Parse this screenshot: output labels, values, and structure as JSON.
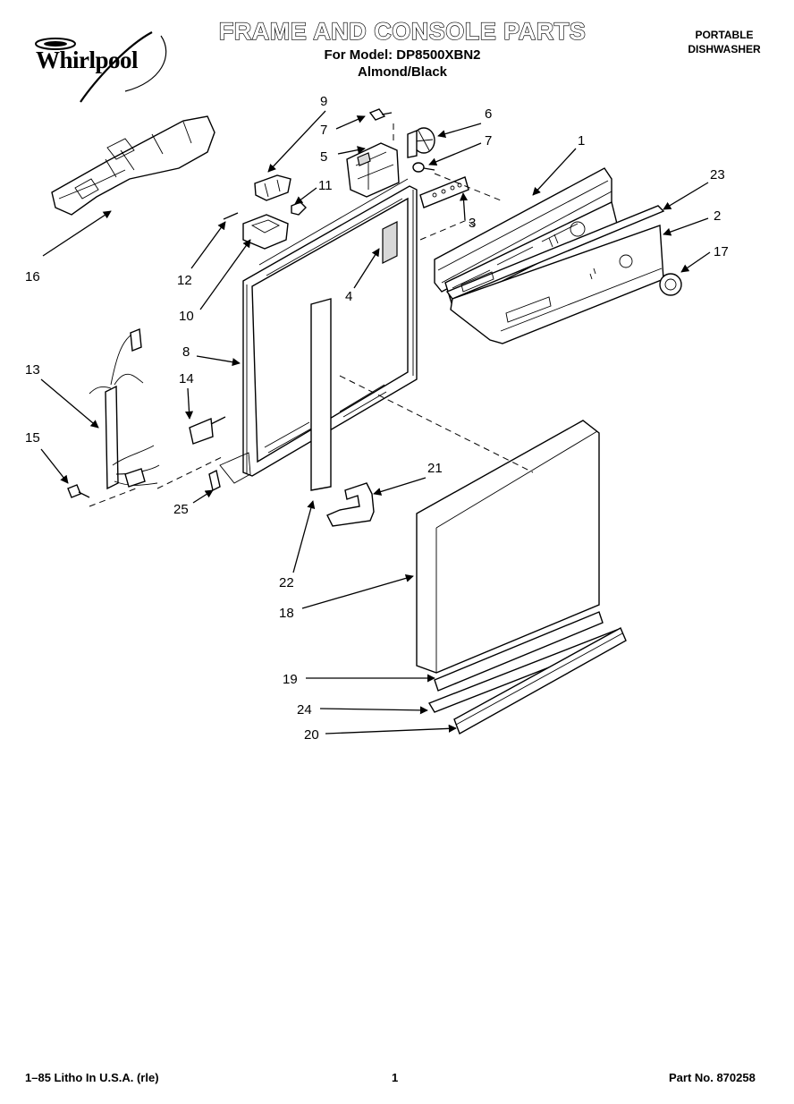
{
  "brand": {
    "name": "Whirlpool"
  },
  "header": {
    "title": "FRAME AND CONSOLE PARTS",
    "model_line": "For Model: DP8500XBN2",
    "color_line": "Almond/Black",
    "product_line1": "PORTABLE",
    "product_line2": "DISHWASHER"
  },
  "callouts": [
    "1",
    "2",
    "3",
    "4",
    "5",
    "6",
    "7",
    "7",
    "8",
    "9",
    "10",
    "11",
    "12",
    "13",
    "14",
    "15",
    "16",
    "17",
    "18",
    "19",
    "20",
    "21",
    "22",
    "23",
    "24",
    "25"
  ],
  "footer": {
    "left": "1–85 Litho In U.S.A. (rle)",
    "page": "1",
    "part_number": "Part No. 870258"
  }
}
